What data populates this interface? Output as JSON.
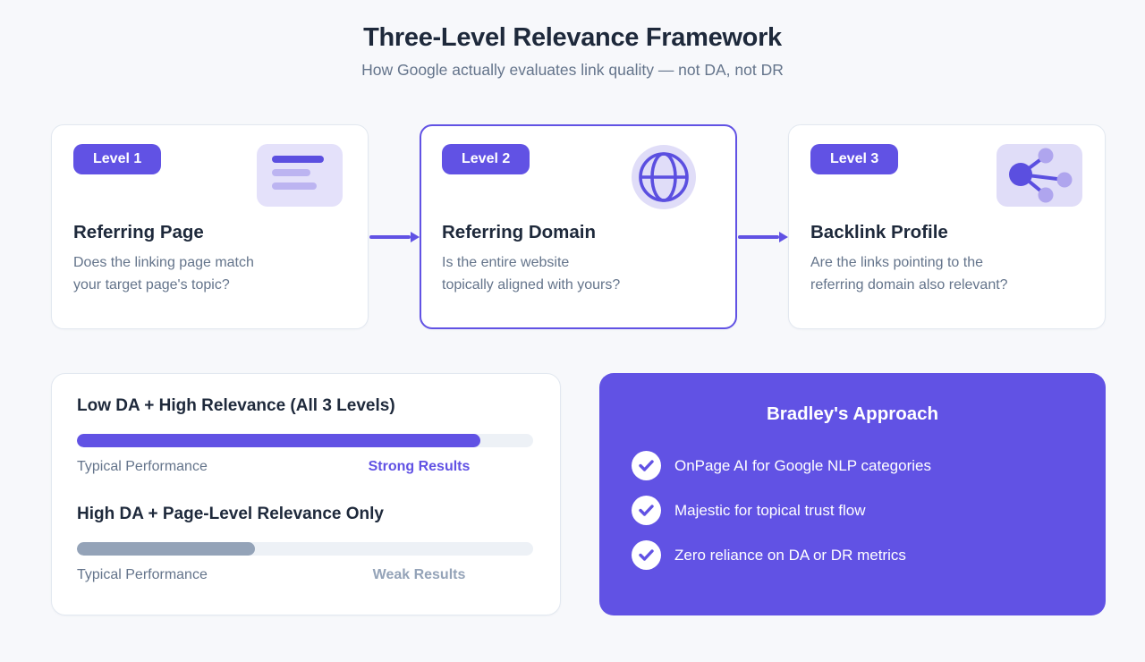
{
  "page": {
    "title": "Three-Level Relevance Framework",
    "subtitle": "How Google actually evaluates link quality — not DA, not DR"
  },
  "levels": [
    {
      "badge": "Level 1",
      "title": "Referring Page",
      "description_lines": [
        "Does the linking page match",
        "your target page's topic?"
      ],
      "icon": "document-lines-icon",
      "highlighted": false
    },
    {
      "badge": "Level 2",
      "title": "Referring Domain",
      "description_lines": [
        "Is the entire website",
        "topically aligned with yours?"
      ],
      "icon": "globe-icon",
      "highlighted": true
    },
    {
      "badge": "Level 3",
      "title": "Backlink Profile",
      "description_lines": [
        "Are the links pointing to the",
        "referring domain also relevant?"
      ],
      "icon": "network-icon",
      "highlighted": false
    }
  ],
  "comparison": {
    "rows": [
      {
        "heading": "Low DA + High Relevance (All 3 Levels)",
        "bar_width": "88.5%",
        "bar_color": "#6152E4",
        "label_left": "Typical Performance",
        "label_right": "Strong Results",
        "label_right_color": "#6152E4"
      },
      {
        "heading": "High DA + Page-Level Relevance Only",
        "bar_width": "39%",
        "bar_color": "#94A3B8",
        "label_left": "Typical Performance",
        "label_right": "Weak Results",
        "label_right_color": "#94A3B8"
      }
    ]
  },
  "approach": {
    "title": "Bradley's Approach",
    "items": [
      "OnPage AI for Google NLP categories",
      "Majestic for topical trust flow",
      "Zero reliance on DA or DR metrics"
    ]
  },
  "colors": {
    "accent_purple": "#6152E4",
    "icon_purple": "#5B4FE0",
    "lavender": "#E4E1FA",
    "slate_gray": "#94A3B8",
    "track_gray": "#EDF1F6",
    "dark_text": "#1E293B",
    "muted_text": "#64748B",
    "page_background": "#F7F8FB",
    "card_border": "#E2E8F0"
  }
}
